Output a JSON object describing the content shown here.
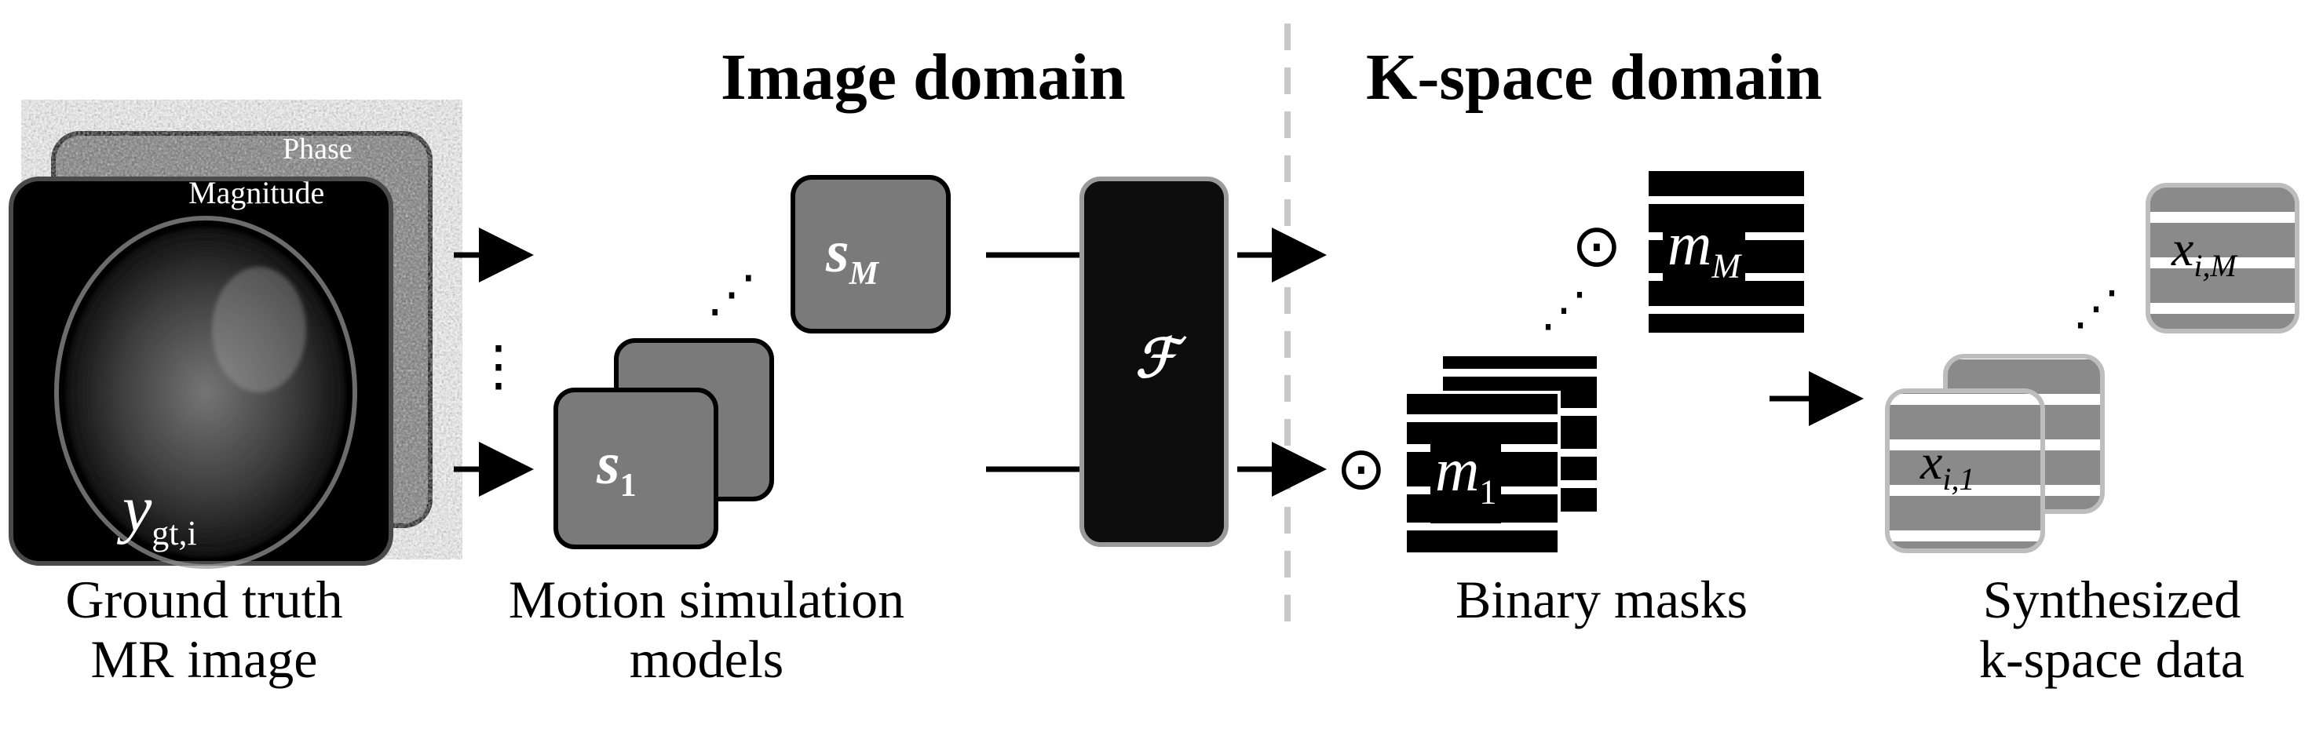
{
  "headings": {
    "image_domain": "Image domain",
    "kspace_domain": "K-space domain"
  },
  "captions": {
    "ground_truth_line1": "Ground truth",
    "ground_truth_line2": "MR image",
    "motion_line1": "Motion simulation",
    "motion_line2": "models",
    "binary_masks": "Binary masks",
    "synth_line1": "Synthesized",
    "synth_line2": "k-space data"
  },
  "image_labels": {
    "phase": "Phase",
    "magnitude": "Magnitude",
    "y_base": "y",
    "y_sub": "gt,i"
  },
  "symbols": {
    "model_s": "s",
    "model_1_sub": "1",
    "model_M_sub": "M",
    "fourier": "ℱ",
    "odot": "⊙",
    "ellipsis_v": "⋮",
    "ellipsis_d": "⋰",
    "mask_m": "m",
    "mask_1_sub": "1",
    "mask_M_sub": "M",
    "kspace_x": "x",
    "kspace_1_sub": "i,1",
    "kspace_M_sub": "i,M"
  },
  "colors": {
    "model_fill": "#7a7a7a",
    "fourier_fill": "#0d0d0d",
    "kspace_fill": "#8a8a8a",
    "divider": "#c8c8c8"
  }
}
